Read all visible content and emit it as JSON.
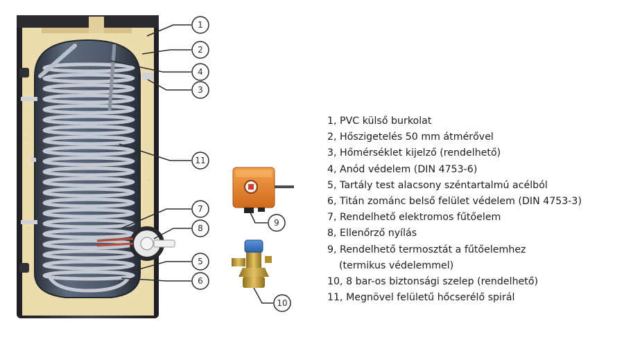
{
  "legend": {
    "items": [
      {
        "number": "1",
        "text": "1, PVC külső burkolat"
      },
      {
        "number": "2",
        "text": "2, Hőszigetelés 50 mm átmérővel"
      },
      {
        "number": "3",
        "text": "3, Hőmérséklet kijelző (rendelhető)"
      },
      {
        "number": "4",
        "text": "4, Anód védelem (DIN 4753-6)"
      },
      {
        "number": "5",
        "text": "5, Tartály test alacsony széntartalmú acélból"
      },
      {
        "number": "6",
        "text": "6, Titán zománc belső felület védelem (DIN 4753-3)"
      },
      {
        "number": "7",
        "text": "7, Rendelhető elektromos fűtőelem"
      },
      {
        "number": "8",
        "text": "8, Ellenőrző nyílás"
      },
      {
        "number": "9",
        "text": "9, Rendelhető termosztát a fűtőelemhez",
        "continuation": "(termikus védelemmel)"
      },
      {
        "number": "10",
        "text": "10, 8 bar-os biztonsági szelep (rendelhető)"
      },
      {
        "number": "11",
        "text": "11, Megnövel felületű hőcserélő spirál"
      }
    ]
  },
  "colors": {
    "insulation": "#ecdcae",
    "outer_shell": "#2e2f33",
    "tank_inner": "#4f5a6b",
    "coil": "#c3cad3",
    "thermostat": "#e8872f",
    "valve_brass": "#c9a33a",
    "valve_cap": "#3a78c4"
  }
}
